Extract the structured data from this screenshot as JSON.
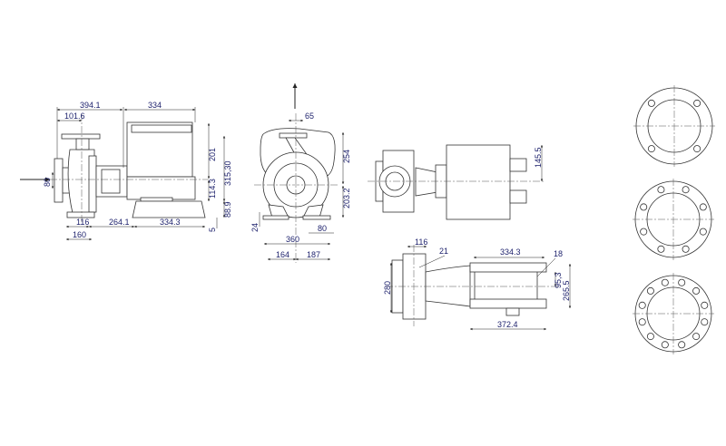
{
  "side_view": {
    "dims": {
      "overall_pump": "394.1",
      "motor_length": "334",
      "suction_offset": "101.6",
      "motor_height": "201",
      "shaft_height": "114.3",
      "total_height": "315,30",
      "base_height": "88.9",
      "base_gap": "5",
      "suction_dn": "80",
      "foot_116": "116",
      "shaft_to_base": "264.1",
      "base_length": "334.3",
      "foot_160": "160"
    }
  },
  "front_view": {
    "dims": {
      "discharge_dn": "65",
      "upper_height": "254",
      "lower_height": "203.2",
      "foot_thickness": "24",
      "foot_width": "80",
      "overall_width": "360",
      "left_half": "164",
      "right_half": "187"
    }
  },
  "top_view": {
    "dims": {
      "motor_offset": "145.5"
    }
  },
  "base_plan": {
    "dims": {
      "pump_foot": "116",
      "hole_left": "21",
      "base_length": "334.3",
      "hole_right": "18",
      "hole_pitch": "95,3",
      "base_width": "265.5",
      "flange_height": "280",
      "overall_length": "372.4"
    }
  },
  "flanges": [
    {
      "bolt_holes": 4
    },
    {
      "bolt_holes": 8
    },
    {
      "bolt_holes": 12
    }
  ],
  "colors": {
    "line": "#333333",
    "dimension_text": "#1b1f6b"
  }
}
